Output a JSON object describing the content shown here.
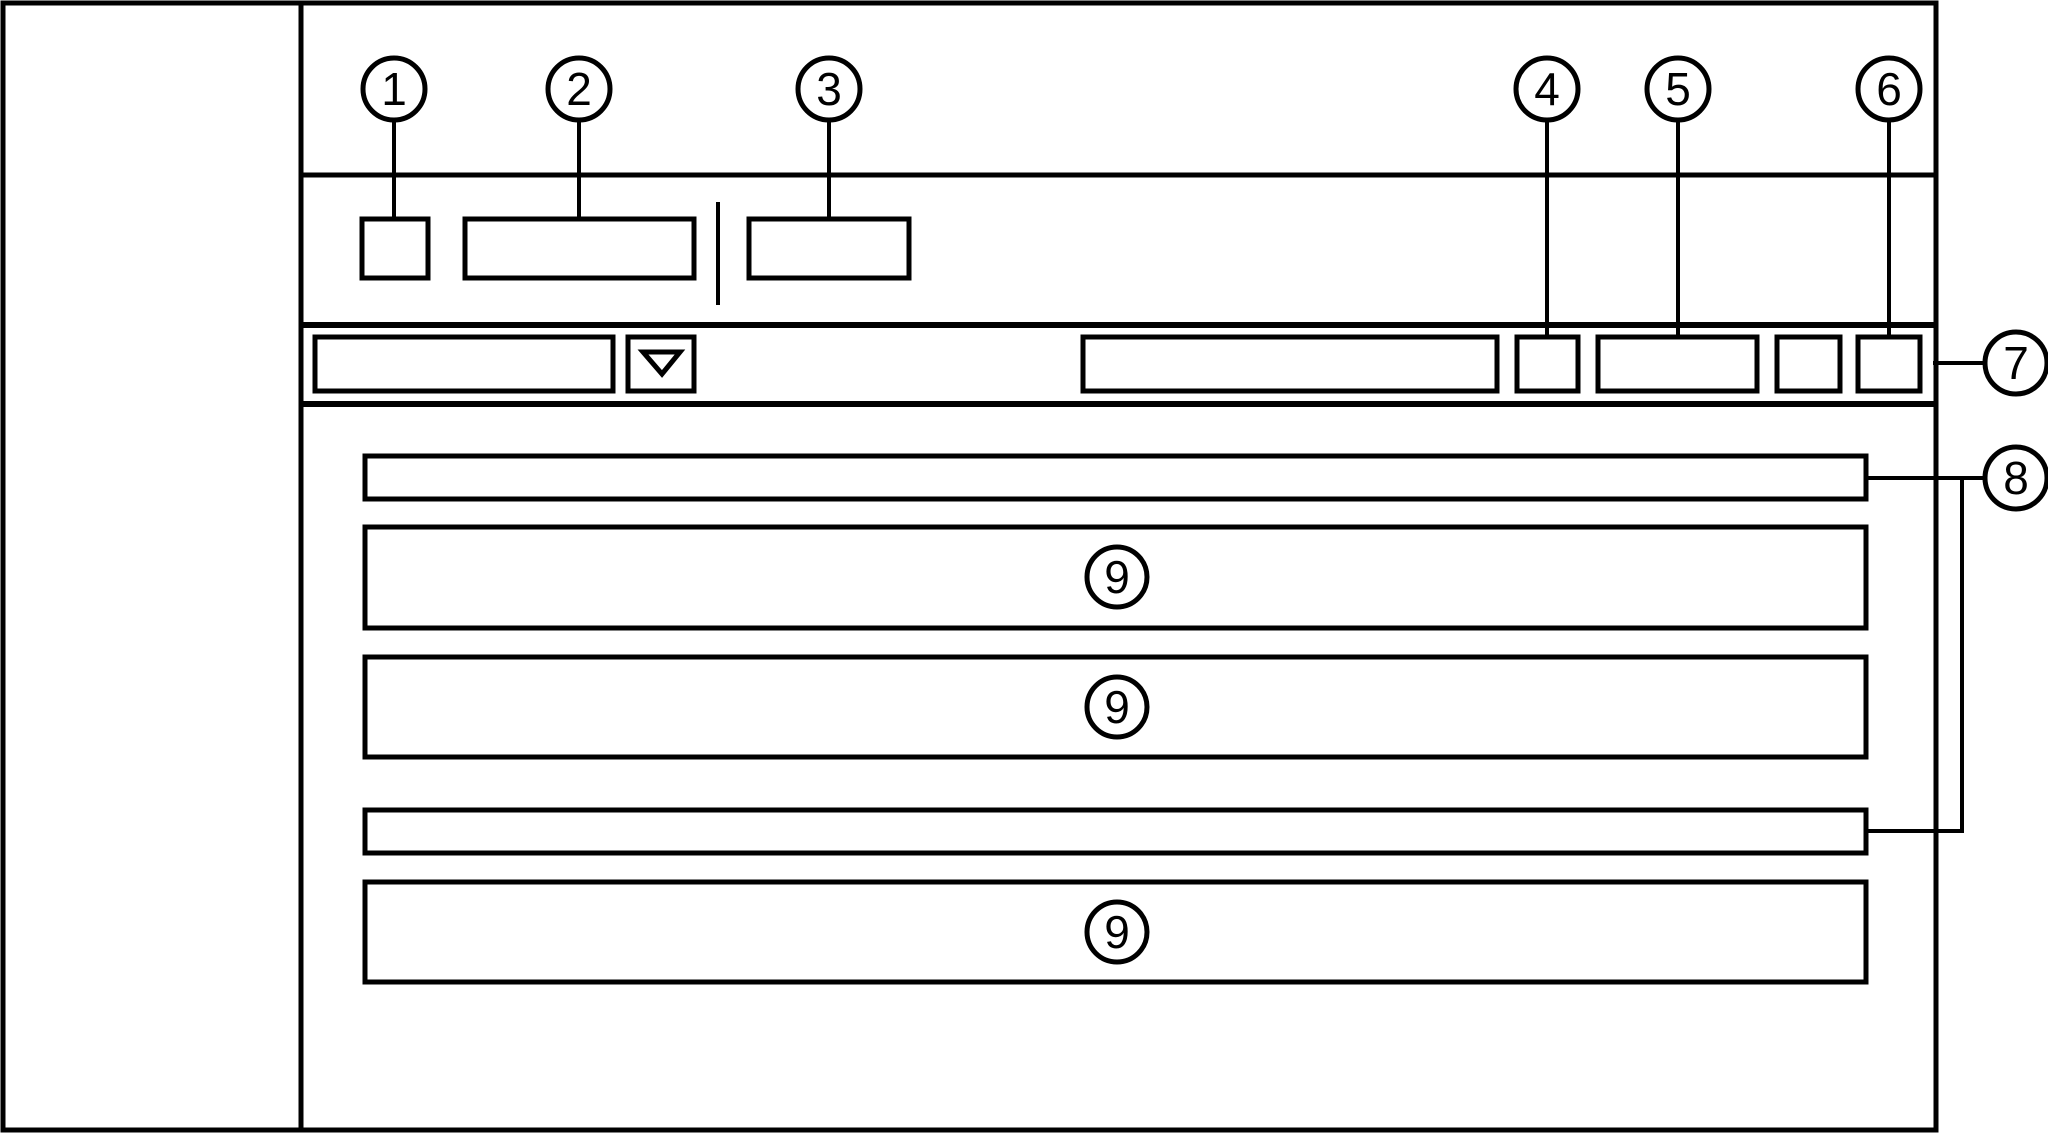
{
  "callouts": {
    "c1": "1",
    "c2": "2",
    "c3": "3",
    "c4": "4",
    "c5": "5",
    "c6": "6",
    "c7": "7",
    "c8": "8",
    "c9_row1": "9",
    "c9_row2": "9",
    "c9_row3": "9"
  },
  "colors": {
    "sidebar_fill": "#b3b3b3",
    "header_fill": "#d8e8f8",
    "line": "#000000",
    "background": "#ffffff"
  }
}
